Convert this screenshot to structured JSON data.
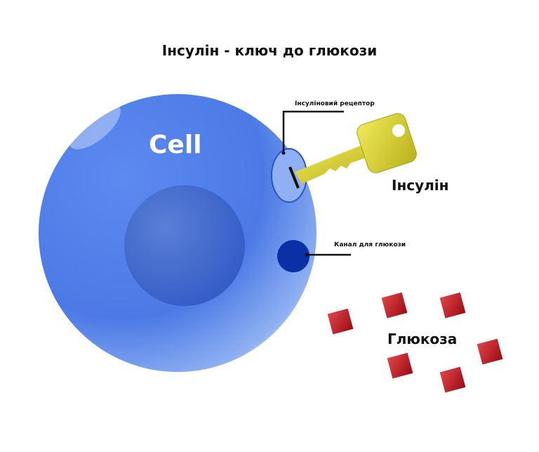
{
  "title": "Інсулін - ключ до глюкози",
  "cell_label": "Cell",
  "labels": {
    "receptor": "Інсуліновий рецептор",
    "insulin": "Інсулін",
    "channel": "Канал для глюкози",
    "glucose": "Глюкоза"
  },
  "colors": {
    "cell": "#4f7fe6",
    "nucleus": "#3a62c9",
    "channel": "#0a2fa6",
    "key": "#d6d02a",
    "glucose": "#c0141c"
  }
}
